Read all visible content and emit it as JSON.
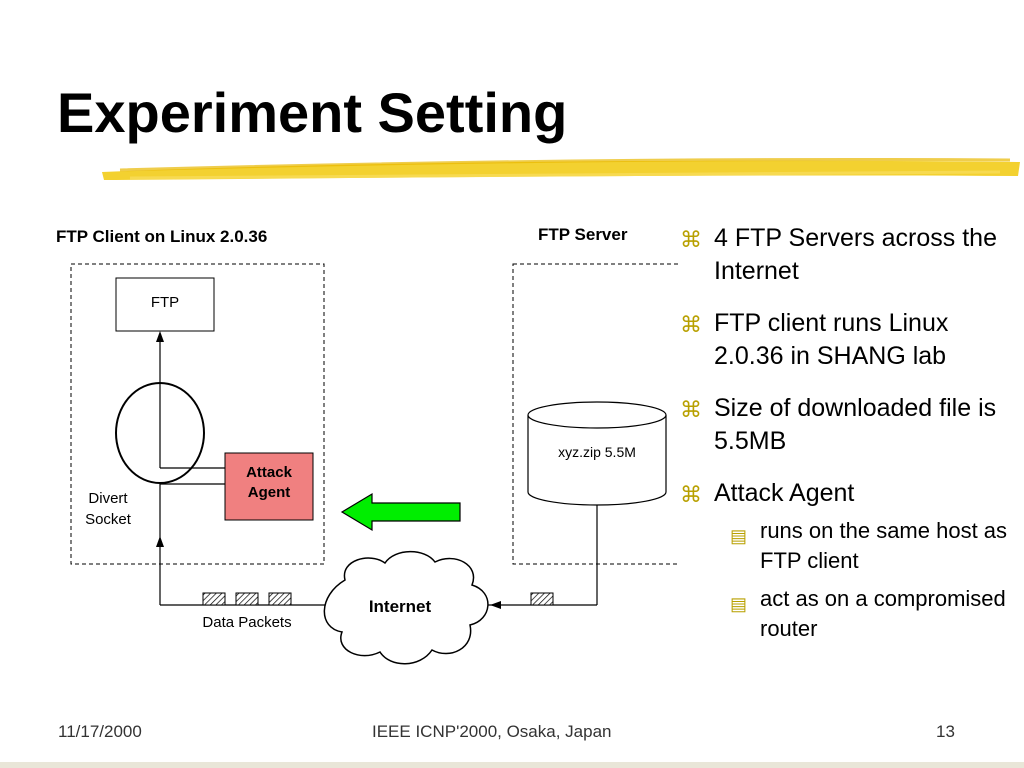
{
  "slide": {
    "title": "Experiment Setting"
  },
  "diagram": {
    "client_label": "FTP Client on Linux 2.0.36",
    "server_label": "FTP Server",
    "ftp_box": "FTP",
    "attack_agent_line1": "Attack",
    "attack_agent_line2": "Agent",
    "divert_line1": "Divert",
    "divert_line2": "Socket",
    "file_label": "xyz.zip  5.5M",
    "internet": "Internet",
    "data_packets": "Data Packets",
    "colors": {
      "attack_agent_fill": "#f08080",
      "arrow_fill": "#00ee00",
      "underline": "#f2cc1a"
    }
  },
  "bullets": [
    {
      "text": "4 FTP Servers across the Internet"
    },
    {
      "text": "FTP client runs Linux 2.0.36 in SHANG lab"
    },
    {
      "text": "Size of downloaded file is 5.5MB"
    },
    {
      "text": "Attack Agent"
    }
  ],
  "sub_bullets": [
    {
      "text": "runs on the same host as FTP client"
    },
    {
      "text": "act as on a compromised router"
    }
  ],
  "footer": {
    "date": "11/17/2000",
    "conference": "IEEE ICNP'2000, Osaka, Japan",
    "page": "13"
  }
}
